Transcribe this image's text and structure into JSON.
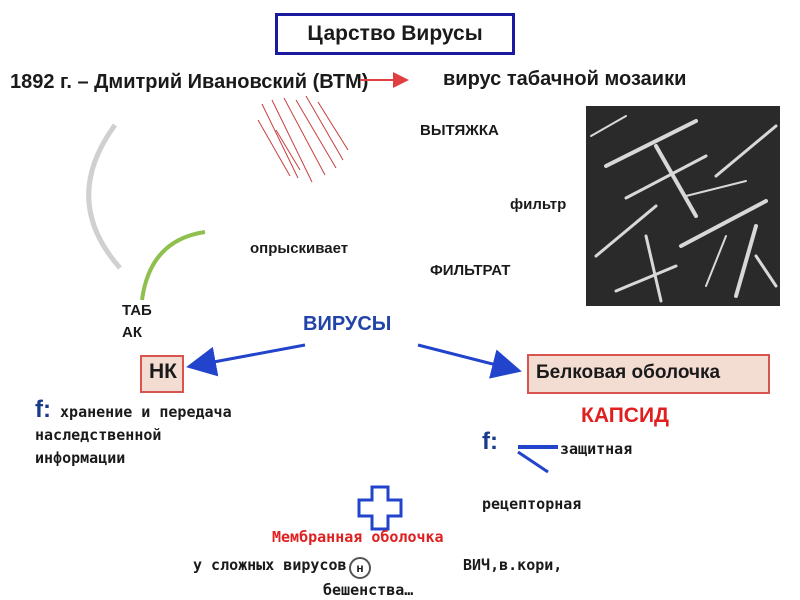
{
  "title": "Царство Вирусы",
  "history": "1892 г. – Дмитрий Ивановский (ВТМ)",
  "tmv_label": "вирус табачной мозаики",
  "labels": {
    "extract": "ВЫТЯЖКА",
    "filter": "фильтр",
    "sprays": "опрыскивает",
    "filtrate": "ФИЛЬТРАТ",
    "tobacco": "ТАБАК"
  },
  "viruses": "ВИРУСЫ",
  "nk_box": "НК",
  "protein_box": "Белковая оболочка",
  "capsid": "КАПСИД",
  "left_function": {
    "f": "f:",
    "text": "хранение и передача наследственной информации"
  },
  "right_function": {
    "f": "f:",
    "protective": "защитная",
    "receptor": "рецепторная"
  },
  "membrane": "Мембранная оболочка",
  "complex": "у сложных вирусов",
  "n_symbol": "н",
  "examples": "ВИЧ,в.кори,",
  "rabies": "бешенства…",
  "colors": {
    "title_border": "#1a1aa0",
    "arrow_blue": "#2244cc",
    "box_fill": "#f3dcd2",
    "box_border": "#d9534f",
    "accent_red": "#e02020"
  }
}
